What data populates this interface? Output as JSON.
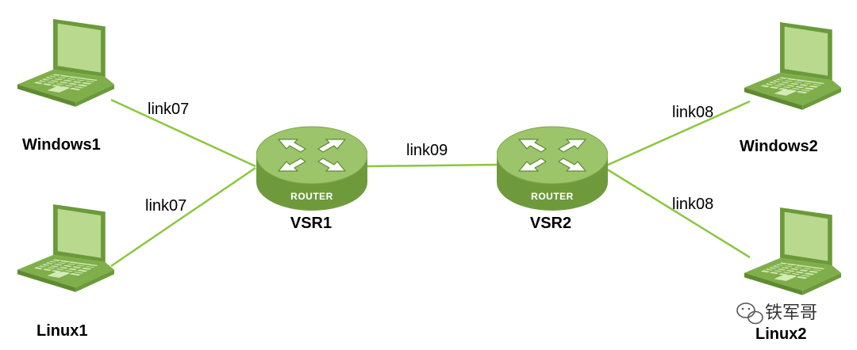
{
  "colors": {
    "link": "#8cc63f",
    "laptop_fill": "#a9cf7e",
    "laptop_dark": "#6a9a3a",
    "router_top": "#9cc46a",
    "router_side": "#6f9a3c"
  },
  "nodes": {
    "windows1": {
      "label": "Windows1",
      "icon": "laptop-icon"
    },
    "linux1": {
      "label": "Linux1",
      "icon": "laptop-icon"
    },
    "vsr1": {
      "label": "VSR1",
      "icon": "router-icon",
      "badge": "ROUTER"
    },
    "vsr2": {
      "label": "VSR2",
      "icon": "router-icon",
      "badge": "ROUTER"
    },
    "windows2": {
      "label": "Windows2",
      "icon": "laptop-icon"
    },
    "linux2": {
      "label": "Linux2",
      "icon": "laptop-icon"
    }
  },
  "links": {
    "w1_vsr1": "link07",
    "l1_vsr1": "link07",
    "vsr1_vsr2": "link09",
    "vsr2_w2": "link08",
    "vsr2_l2": "link08"
  },
  "watermark": {
    "text": "铁军哥",
    "icon": "wechat-icon"
  }
}
